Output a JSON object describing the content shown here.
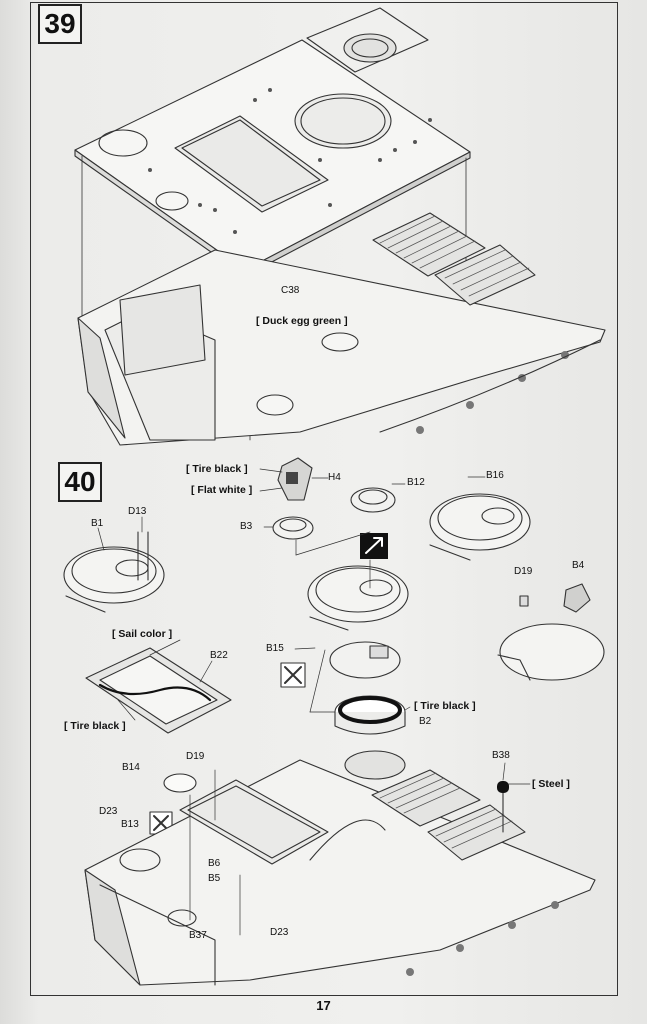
{
  "steps": [
    {
      "number": "39"
    },
    {
      "number": "40"
    }
  ],
  "step39": {
    "parts": [
      "C38"
    ],
    "paints": [
      "[ Duck egg green ]"
    ]
  },
  "step40": {
    "parts": {
      "h4": "H4",
      "b12": "B12",
      "b16": "B16",
      "b1": "B1",
      "d13": "D13",
      "b3": "B3",
      "d19a": "D19",
      "b4": "B4",
      "b22": "B22",
      "b15": "B15",
      "b2": "B2",
      "b14": "B14",
      "d19b": "D19",
      "b38": "B38",
      "d23a": "D23",
      "b13": "B13",
      "b6": "B6",
      "b5": "B5",
      "b37": "B37",
      "d23b": "D23"
    },
    "paints": {
      "tire_black_top": "[ Tire black ]",
      "flat_white": "[ Flat white ]",
      "sail_color": "[ Sail color ]",
      "tire_black_hatch": "[ Tire black ]",
      "tire_black_ring": "[ Tire black ]",
      "steel": "[ Steel ]"
    }
  },
  "page_number": "17",
  "colors": {
    "ink": "#222222",
    "paper": "#f0f0ee"
  }
}
